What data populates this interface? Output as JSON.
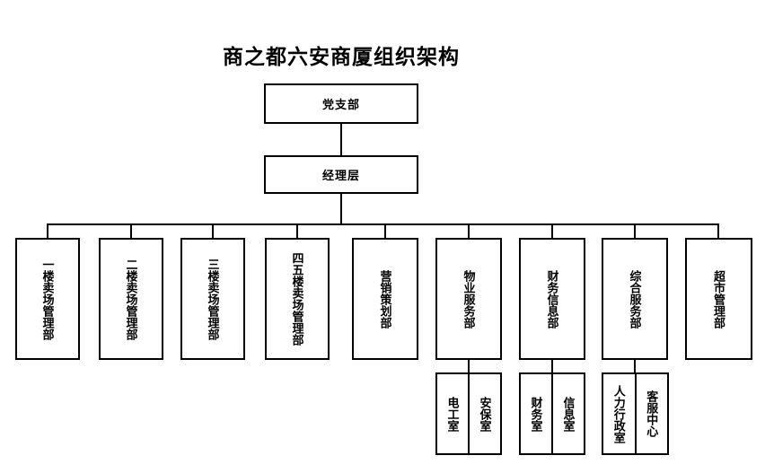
{
  "title": "商之都六安商厦组织架构",
  "colors": {
    "background": "#ffffff",
    "line": "#000000",
    "text": "#000000"
  },
  "org": {
    "top": {
      "label": "党支部"
    },
    "management": {
      "label": "经理层"
    },
    "departments": [
      {
        "label": "一楼卖场管理部"
      },
      {
        "label": "二楼卖场管理部"
      },
      {
        "label": "三楼卖场管理部"
      },
      {
        "label": "四五楼卖场管理部"
      },
      {
        "label": "营销策划部"
      },
      {
        "label": "物业服务部"
      },
      {
        "label": "财务信息部"
      },
      {
        "label": "综合服务部"
      },
      {
        "label": "超市管理部"
      }
    ],
    "sub_groups": [
      {
        "parent": "物业服务部",
        "cells": [
          "电工室",
          "安保室"
        ]
      },
      {
        "parent": "财务信息部",
        "cells": [
          "财务室",
          "信息室"
        ]
      },
      {
        "parent": "综合服务部",
        "cells": [
          "人力行政室",
          "客服中心"
        ]
      }
    ]
  }
}
